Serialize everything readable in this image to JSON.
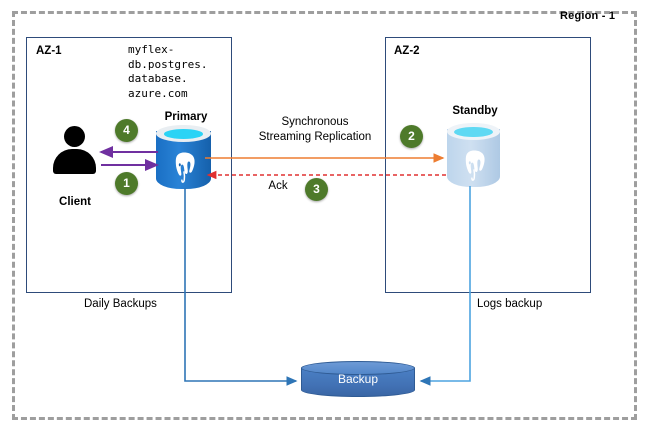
{
  "region": {
    "label": "Region - 1"
  },
  "zones": [
    {
      "id": "az1",
      "label": "AZ-1"
    },
    {
      "id": "az2",
      "label": "AZ-2"
    }
  ],
  "endpoint": {
    "hostname": "myflex-\ndb.postgres.\ndatabase.\nazure.com"
  },
  "nodes": {
    "client": {
      "label": "Client",
      "icon": "user-icon"
    },
    "primary": {
      "label": "Primary",
      "icon": "postgres-database-icon"
    },
    "standby": {
      "label": "Standby",
      "icon": "postgres-database-icon"
    },
    "backup": {
      "label": "Backup",
      "icon": "storage-cylinder-icon"
    }
  },
  "flows": {
    "replication_label": "Synchronous\nStreaming Replication",
    "ack_label": "Ack",
    "daily_backups_label": "Daily Backups",
    "logs_backup_label": "Logs backup"
  },
  "steps": [
    {
      "number": "1",
      "meaning": "client-write-to-primary"
    },
    {
      "number": "2",
      "meaning": "primary-replicates-to-standby"
    },
    {
      "number": "3",
      "meaning": "standby-acknowledges-primary"
    },
    {
      "number": "4",
      "meaning": "primary-responds-to-client"
    }
  ],
  "colors": {
    "region_border": "#9e9e9e",
    "az_border": "#2e4b7a",
    "client_arrow": "#7030a0",
    "replication_arrow": "#ed7d31",
    "ack_arrow": "#e03030",
    "backup_line": "#2e75b6",
    "badge": "#4e7a2a",
    "primary_db": "#1f6fc4",
    "standby_db": "#c3d9ee",
    "backup_cylinder": "#4272b5"
  }
}
